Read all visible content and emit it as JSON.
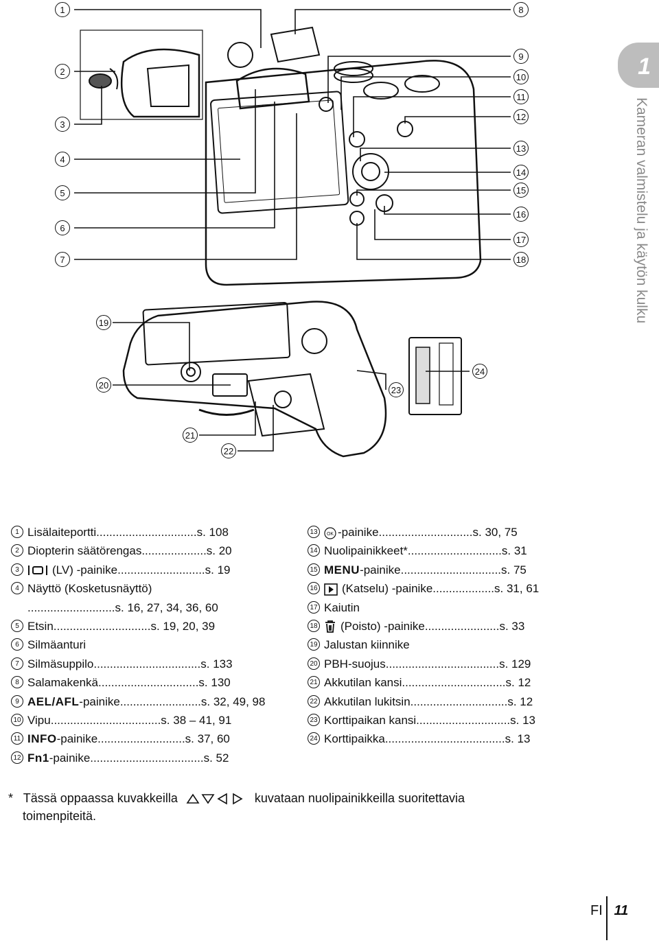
{
  "chapter": {
    "number": "1",
    "title": "Kameran valmistelu ja käytön kulku"
  },
  "callouts": [
    "1",
    "2",
    "3",
    "4",
    "5",
    "6",
    "7",
    "8",
    "9",
    "10",
    "11",
    "12",
    "13",
    "14",
    "15",
    "16",
    "17",
    "18",
    "19",
    "20",
    "21",
    "22",
    "23",
    "24"
  ],
  "legend_left": [
    {
      "num": "1",
      "text": "Lisälaiteportti...............................s. 108"
    },
    {
      "num": "2",
      "text": "Diopterin säätörengas....................s. 20"
    },
    {
      "num": "3",
      "icon": "lv-button-icon",
      "text": "(LV) -painike...........................s. 19"
    },
    {
      "num": "4",
      "text": "Näyttö (Kosketusnäyttö)"
    },
    {
      "num": "",
      "text": "...........................s. 16, 27, 34, 36, 60"
    },
    {
      "num": "5",
      "text": "Etsin..............................s. 19, 20, 39"
    },
    {
      "num": "6",
      "text": "Silmäanturi"
    },
    {
      "num": "7",
      "text": "Silmäsuppilo.................................s. 133"
    },
    {
      "num": "8",
      "text": "Salamakenkä...............................s. 130"
    },
    {
      "num": "9",
      "bold": "AEL/AFL",
      "text": "-painike.........................s. 32, 49, 98"
    },
    {
      "num": "10",
      "text": "Vipu..................................s. 38 – 41, 91"
    },
    {
      "num": "11",
      "bold": "INFO",
      "text": "-painike...........................s. 37, 60"
    },
    {
      "num": "12",
      "bold": "Fn1",
      "text": "-painike...................................s. 52"
    }
  ],
  "legend_right": [
    {
      "num": "13",
      "icon": "ok-icon",
      "text": "-painike.............................s. 30, 75"
    },
    {
      "num": "14",
      "text": "Nuolipainikkeet*.............................s. 31"
    },
    {
      "num": "15",
      "bold": "MENU",
      "text": "-painike...............................s. 75"
    },
    {
      "num": "16",
      "icon": "play-icon",
      "text": "(Katselu) -painike...................s. 31, 61"
    },
    {
      "num": "17",
      "text": "Kaiutin"
    },
    {
      "num": "18",
      "icon": "trash-icon",
      "text": "(Poisto) -painike.......................s. 33"
    },
    {
      "num": "19",
      "text": "Jalustan kiinnike"
    },
    {
      "num": "20",
      "text": "PBH-suojus...................................s. 129"
    },
    {
      "num": "21",
      "text": "Akkutilan kansi................................s. 12"
    },
    {
      "num": "22",
      "text": "Akkutilan lukitsin..............................s. 12"
    },
    {
      "num": "23",
      "text": "Korttipaikan kansi.............................s. 13"
    },
    {
      "num": "24",
      "text": "Korttipaikka.....................................s. 13"
    }
  ],
  "note": {
    "star": "*",
    "before": "Tässä oppaassa kuvakkeilla",
    "after": "kuvataan nuolipainikkeilla suoritettavia",
    "line2": "toimenpiteitä."
  },
  "footer": {
    "lang": "FI",
    "page": "11"
  }
}
